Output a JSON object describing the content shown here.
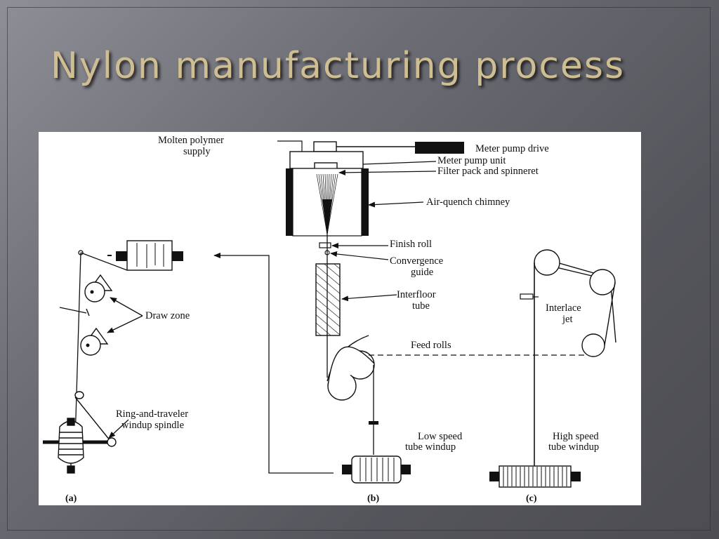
{
  "slide": {
    "title": "Nylon manufacturing process"
  },
  "diagram": {
    "labels": {
      "molten_polymer_line1": "Molten polymer",
      "molten_polymer_line2": "supply",
      "meter_pump_drive": "Meter pump drive",
      "meter_pump_unit": "Meter pump unit",
      "filter_pack": "Filter pack and spinneret",
      "air_quench": "Air-quench chimney",
      "finish_roll": "Finish roll",
      "convergence_line1": "Convergence",
      "convergence_line2": "guide",
      "interfloor_line1": "Interfloor",
      "interfloor_line2": "tube",
      "interlace_line1": "Interlace",
      "interlace_line2": "jet",
      "draw_zone": "Draw zone",
      "feed_rolls": "Feed rolls",
      "ring_line1": "Ring-and-traveler",
      "ring_line2": "windup spindle",
      "low_speed_line1": "Low speed",
      "low_speed_line2": "tube windup",
      "high_speed_line1": "High speed",
      "high_speed_line2": "tube windup"
    },
    "captions": {
      "a": "(a)",
      "b": "(b)",
      "c": "(c)"
    }
  }
}
